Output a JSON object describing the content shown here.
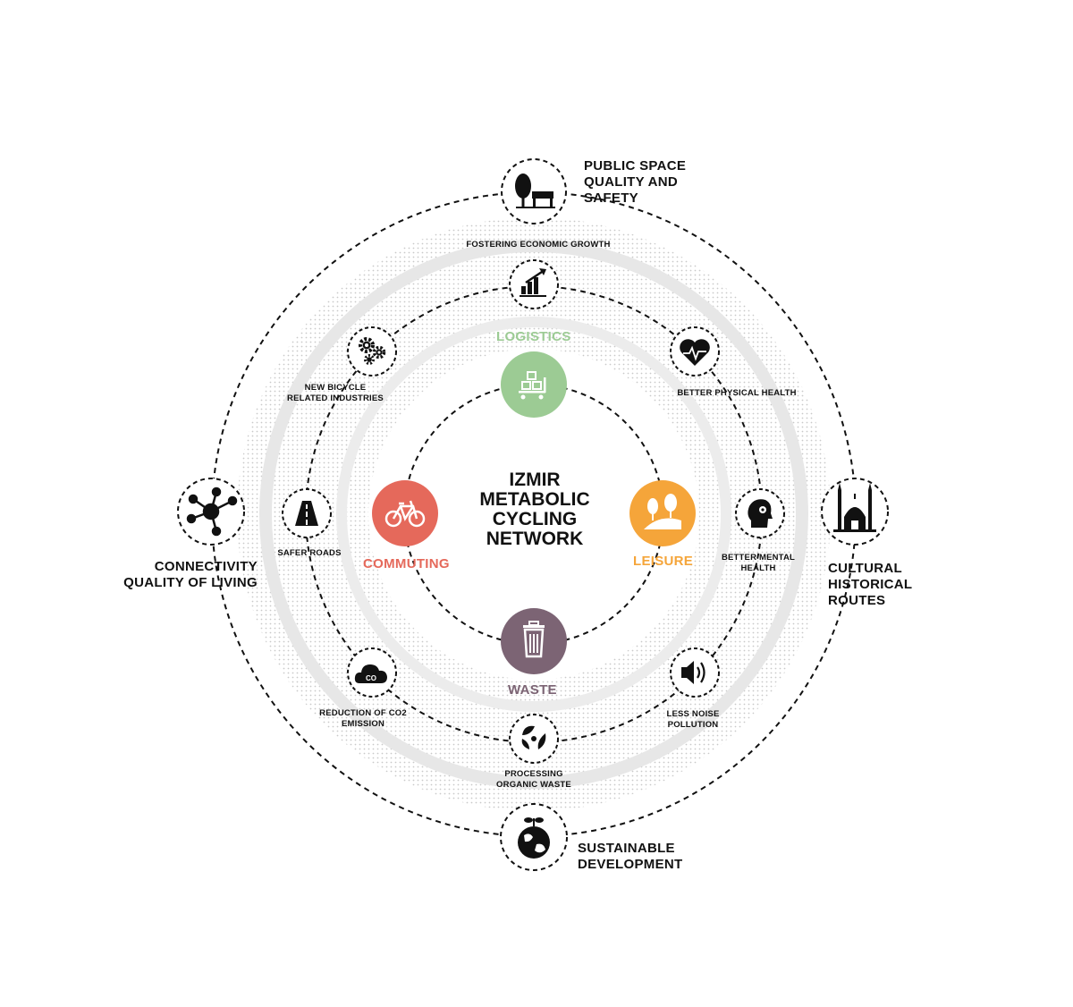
{
  "title": "IZMIR\nMETABOLIC\nCYCLING\nNETWORK",
  "colors": {
    "logistics": "#9ccb94",
    "commuting": "#e5695b",
    "leisure": "#f5a53a",
    "waste": "#7c6474",
    "ink": "#111111"
  },
  "categories": [
    {
      "id": "logistics",
      "label": "LOGISTICS",
      "icon": "cart-with-boxes-icon"
    },
    {
      "id": "commuting",
      "label": "COMMUTING",
      "icon": "bicycle-icon"
    },
    {
      "id": "leisure",
      "label": "LEISURE",
      "icon": "landscape-icon"
    },
    {
      "id": "waste",
      "label": "WASTE",
      "icon": "trash-can-icon"
    }
  ],
  "middle_ring": [
    {
      "label": "FOSTERING ECONOMIC GROWTH",
      "icon": "growth-chart-icon"
    },
    {
      "label": "BETTER PHYSICAL HEALTH",
      "icon": "heart-pulse-icon"
    },
    {
      "label": "BETTER MENTAL\nHEALTH",
      "icon": "head-gears-icon"
    },
    {
      "label": "LESS NOISE\nPOLLUTION",
      "icon": "speaker-icon"
    },
    {
      "label": "PROCESSING\nORGANIC WASTE",
      "icon": "recycle-leaves-icon"
    },
    {
      "label": "REDUCTION OF CO2\nEMISSION",
      "icon": "co2-cloud-icon"
    },
    {
      "label": "SAFER ROADS",
      "icon": "road-icon"
    },
    {
      "label": "NEW BICYCLE\nRELATED INDUSTRIES",
      "icon": "gears-icon"
    }
  ],
  "outer_ring": [
    {
      "label": "PUBLIC SPACE\nQUALITY AND\nSAFETY",
      "icon": "tree-bench-icon"
    },
    {
      "label": "CULTURAL\nHISTORICAL\nROUTES",
      "icon": "mosque-icon"
    },
    {
      "label": "SUSTAINABLE\nDEVELOPMENT",
      "icon": "globe-sprout-icon"
    },
    {
      "label": "CONNECTIVITY\nQUALITY OF LIVING",
      "icon": "network-nodes-icon"
    }
  ]
}
